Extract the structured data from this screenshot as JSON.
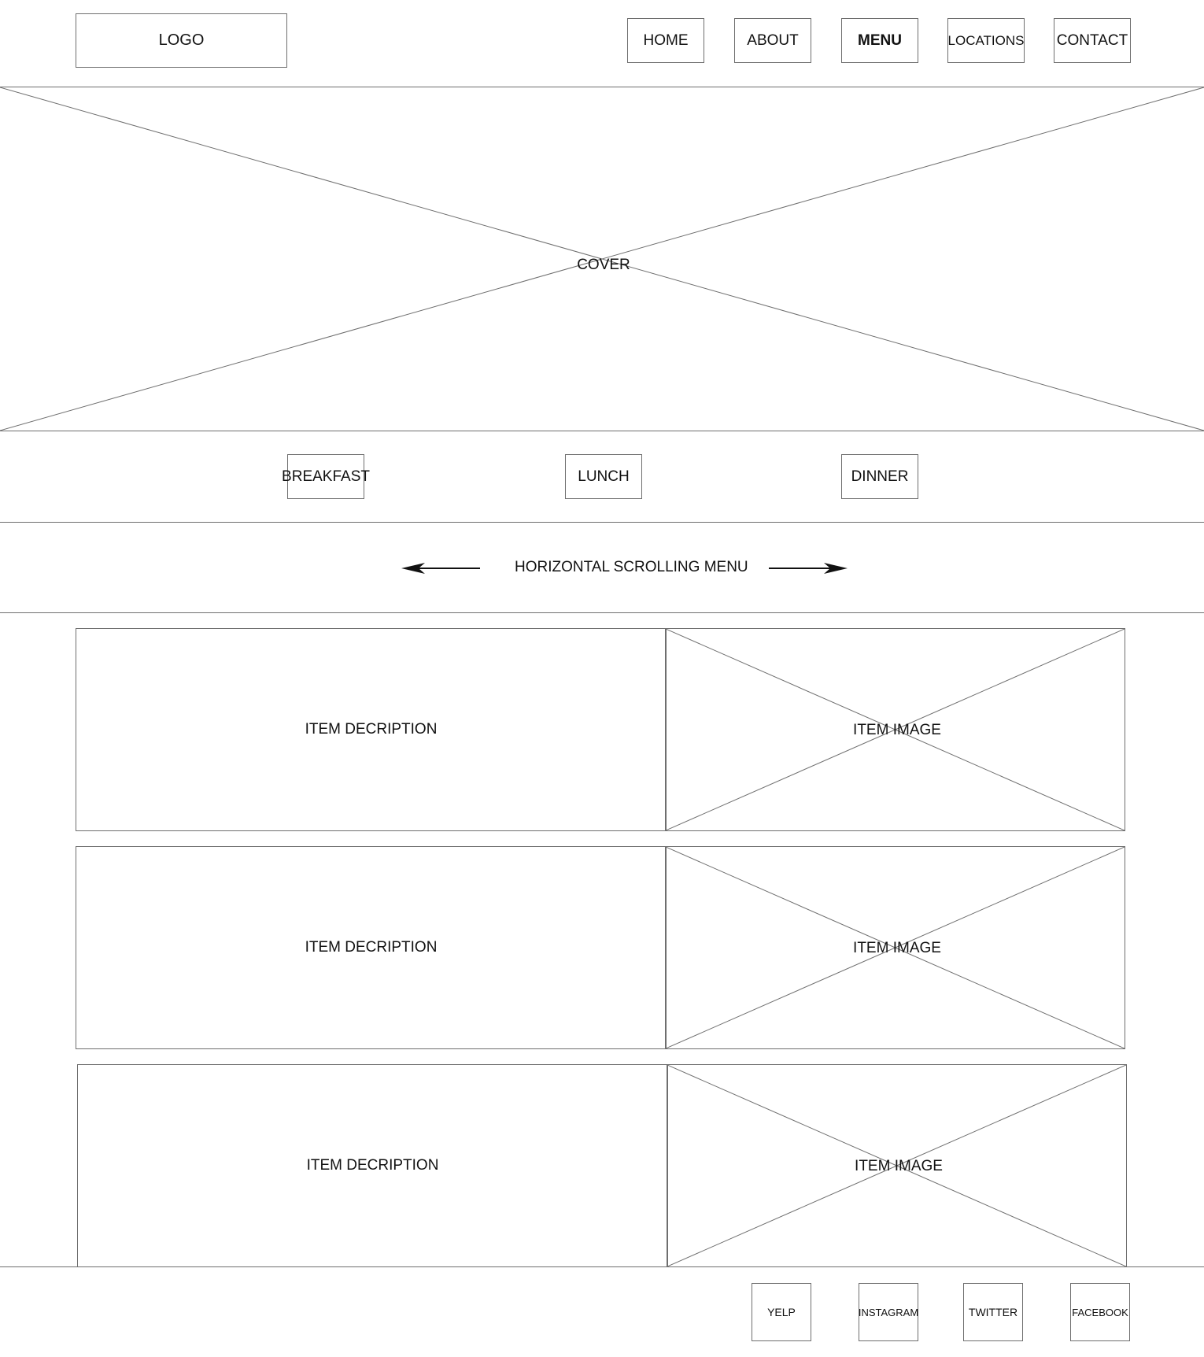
{
  "header": {
    "logo_label": "LOGO",
    "nav": [
      {
        "label": "HOME",
        "active": false
      },
      {
        "label": "ABOUT",
        "active": false
      },
      {
        "label": "MENU",
        "active": true
      },
      {
        "label": "LOCATIONS",
        "active": false
      },
      {
        "label": "CONTACT",
        "active": false
      }
    ]
  },
  "cover": {
    "label": "COVER"
  },
  "meal_tabs": [
    {
      "label": "BREAKFAST"
    },
    {
      "label": "LUNCH"
    },
    {
      "label": "DINNER"
    }
  ],
  "scroller": {
    "label": "HORIZONTAL SCROLLING MENU",
    "left_icon": "arrow-left-icon",
    "right_icon": "arrow-right-icon"
  },
  "items": [
    {
      "description": "ITEM DECRIPTION",
      "image_label": "ITEM IMAGE"
    },
    {
      "description": "ITEM DECRIPTION",
      "image_label": "ITEM IMAGE"
    },
    {
      "description": "ITEM DECRIPTION",
      "image_label": "ITEM IMAGE"
    }
  ],
  "footer": {
    "social": [
      {
        "label": "YELP"
      },
      {
        "label": "INSTAGRAM"
      },
      {
        "label": "TWITTER"
      },
      {
        "label": "FACEBOOK"
      }
    ]
  },
  "colors": {
    "wireframe_line": "#6e6e6e",
    "text": "#111111",
    "background": "#ffffff"
  }
}
